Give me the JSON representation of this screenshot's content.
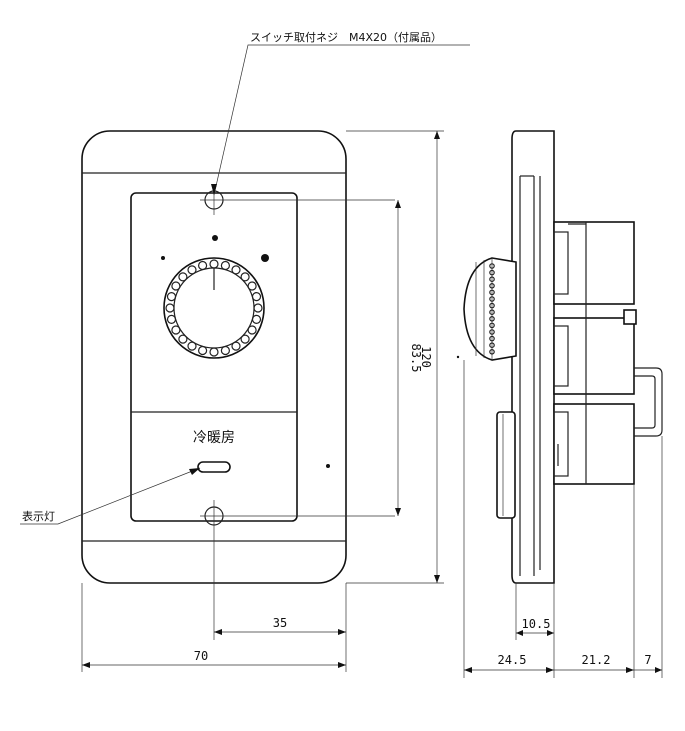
{
  "labels": {
    "screw_note": "スイッチ取付ネジ　M4X20（付属品）",
    "indicator_lamp": "表示灯",
    "plate_label": "冷暖房"
  },
  "dimensions": {
    "overall_width": "70",
    "center_offset": "35",
    "screw_pitch": "83.5",
    "overall_height": "120",
    "plate_thickness": "10.5",
    "knob_depth": "24.5",
    "body_depth": "21.2",
    "bracket_depth": "7"
  }
}
